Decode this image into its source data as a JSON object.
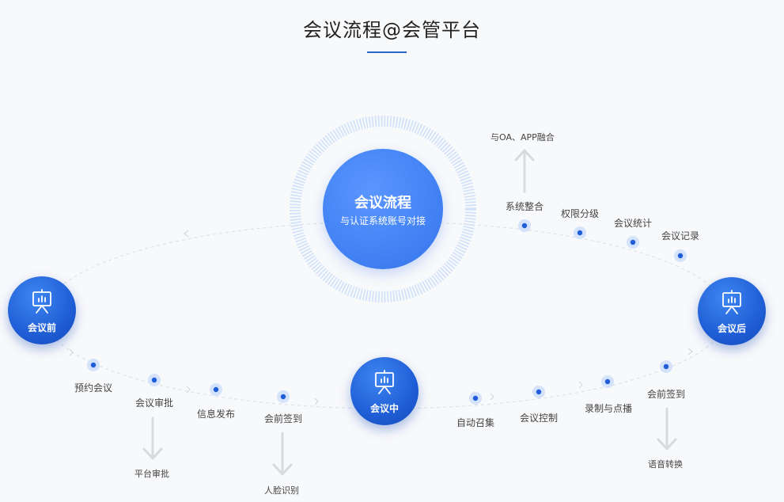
{
  "title": "会议流程@会管平台",
  "center": {
    "title": "会议流程",
    "subtitle": "与认证系统账号对接"
  },
  "stages": {
    "before": "会议前",
    "during": "会议中",
    "after": "会议后"
  },
  "steps_before": [
    "预约会议",
    "会议审批",
    "信息发布",
    "会前签到"
  ],
  "steps_during": [
    "自动召集",
    "会议控制",
    "录制与点播",
    "会前签到"
  ],
  "steps_after": [
    "系统整合",
    "权限分级",
    "会议统计",
    "会议记录"
  ],
  "outputs": {
    "approval": "平台审批",
    "face": "人脸识别",
    "speech": "语音转换",
    "integration": "与OA、APP融合"
  },
  "colors": {
    "primary": "#1f5ed6",
    "center": "#3f7ff2",
    "accent_line": "#2a64c8"
  }
}
